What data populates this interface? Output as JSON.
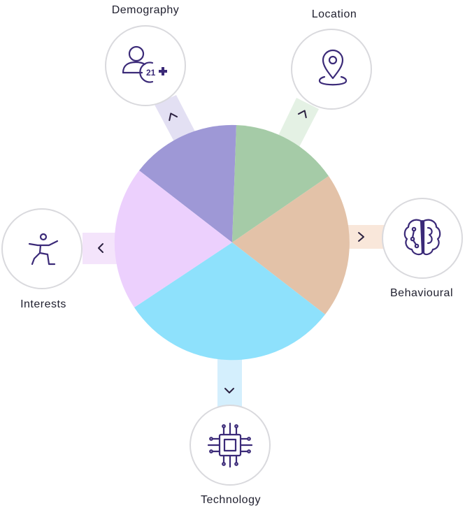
{
  "diagram": {
    "segments": [
      {
        "key": "demography",
        "label": "Demography",
        "color": "#9e98d6",
        "band": "#e3e0f3",
        "icon": "person-21-plus-icon",
        "badge": "21"
      },
      {
        "key": "location",
        "label": "Location",
        "color": "#a5cba7",
        "band": "#e4f1e4",
        "icon": "location-pin-icon"
      },
      {
        "key": "behavioural",
        "label": "Behavioural",
        "color": "#e3c2a8",
        "band": "#f9e7da",
        "icon": "brain-icon"
      },
      {
        "key": "technology",
        "label": "Technology",
        "color": "#8ee1fc",
        "band": "#d4effd",
        "icon": "cpu-chip-icon"
      },
      {
        "key": "interests",
        "label": "Interests",
        "color": "#ecd0fd",
        "band": "#f4e4fb",
        "icon": "yoga-pose-icon"
      }
    ],
    "colors": {
      "icon": "#3b2a78",
      "circle_border": "#d9d9dd",
      "text": "#1f1f2e"
    }
  }
}
